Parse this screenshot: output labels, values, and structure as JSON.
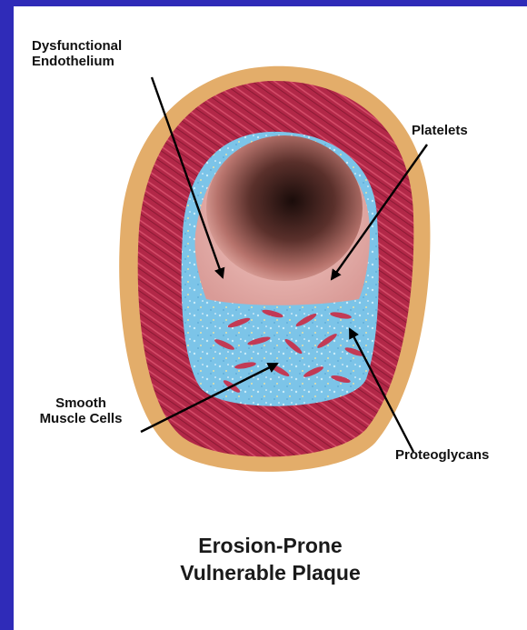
{
  "title": {
    "line1": "Erosion-Prone",
    "line2": "Vulnerable Plaque"
  },
  "labels": {
    "dysfunctional_endothelium": "Dysfunctional\nEndothelium",
    "platelets": "Platelets",
    "smooth_muscle_cells": "Smooth\nMuscle Cells",
    "proteoglycans": "Proteoglycans"
  },
  "colors": {
    "background": "#2f2bb8",
    "panel": "#ffffff",
    "adventitia": "#e3ad6a",
    "media": "#b52a4a",
    "plaque": "#7cc4e8",
    "lumen": "#7a4a45",
    "smooth_muscle": "#c23a55"
  },
  "icons": {
    "arrow": "arrow-icon"
  }
}
